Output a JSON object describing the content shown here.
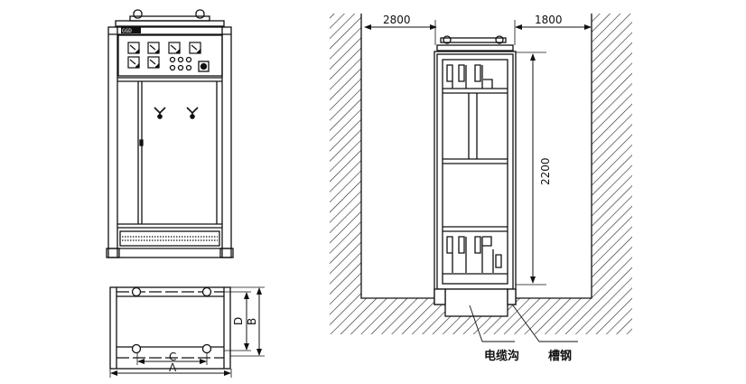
{
  "front_view": {
    "model_label": "GGD"
  },
  "plan_view": {
    "dim_a": "A",
    "dim_b": "B",
    "dim_c": "C",
    "dim_d": "D"
  },
  "installation_view": {
    "left_clearance": "2800",
    "right_clearance": "1800",
    "height": "2200",
    "cable_trench_label": "电缆沟",
    "channel_steel_label": "槽钢"
  },
  "colors": {
    "line": "#111111",
    "background": "#ffffff"
  }
}
